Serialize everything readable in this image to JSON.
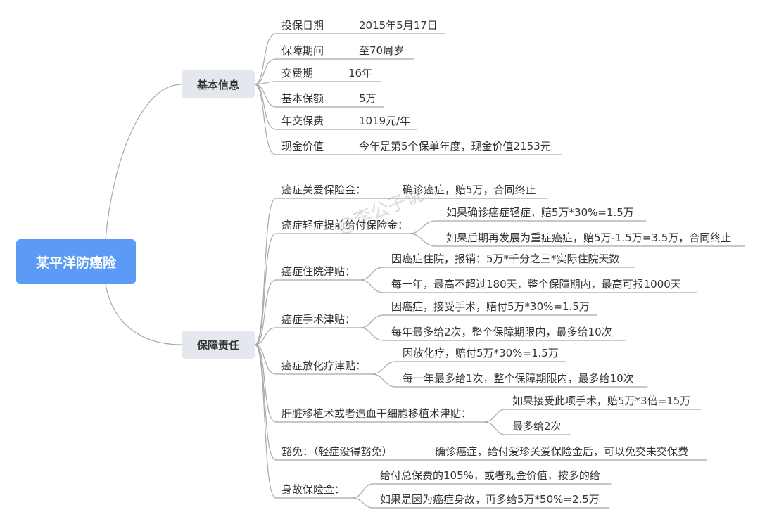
{
  "root": {
    "label": "某平洋防癌险"
  },
  "branches": {
    "basic": {
      "label": "基本信息"
    },
    "duty": {
      "label": "保障责任"
    }
  },
  "basic_info": [
    {
      "name": "投保日期",
      "value": "2015年5月17日"
    },
    {
      "name": "保障期间",
      "value": "至70周岁"
    },
    {
      "name": "交费期",
      "value": "16年"
    },
    {
      "name": "基本保额",
      "value": "5万"
    },
    {
      "name": "年交保费",
      "value": "1019元/年"
    },
    {
      "name": "现金价值",
      "value": "今年是第5个保单年度，现金价值2153元"
    }
  ],
  "duties": [
    {
      "name": "癌症关爱保险金：",
      "details": [
        "确诊癌症，赔5万，合同终止"
      ]
    },
    {
      "name": "癌症轻症提前给付保险金：",
      "details": [
        "如果确诊癌症轻症，赔5万*30%=1.5万",
        "如果后期再发展为重症癌症，赔5万-1.5万=3.5万，合同终止"
      ]
    },
    {
      "name": "癌症住院津贴：",
      "details": [
        "因癌症住院，报销：5万*千分之三*实际住院天数",
        "每一年，最高不超过180天，整个保障期内，最高可报1000天"
      ]
    },
    {
      "name": "癌症手术津贴：",
      "details": [
        "因癌症，接受手术，赔付5万*30%=1.5万",
        "每年最多给2次，整个保障期限内，最多给10次"
      ]
    },
    {
      "name": "癌症放化疗津贴：",
      "details": [
        "因放化疗，赔付5万*30%=1.5万",
        "每一年最多给1次，整个保障期限内，最多给10次"
      ]
    },
    {
      "name": "肝脏移植术或者造血干细胞移植术津贴：",
      "details": [
        "如果接受此项手术，赔5万*3倍=15万",
        "最多给2次"
      ]
    },
    {
      "name": "豁免：（轻症没得豁免）",
      "details": [
        "确诊癌症，给付爱珍关爱保险金后，可以免交未交保费"
      ]
    },
    {
      "name": "身故保险金：",
      "details": [
        "给付总保费的105%，或者现金价值，按多的给",
        "如果是因为癌症身故，再多给5万*50%=2.5万"
      ]
    }
  ],
  "watermark": "@李公子说",
  "colors": {
    "root": "#5b9bf5",
    "branch": "#e4e7ed",
    "line": "#a8a8a8"
  }
}
